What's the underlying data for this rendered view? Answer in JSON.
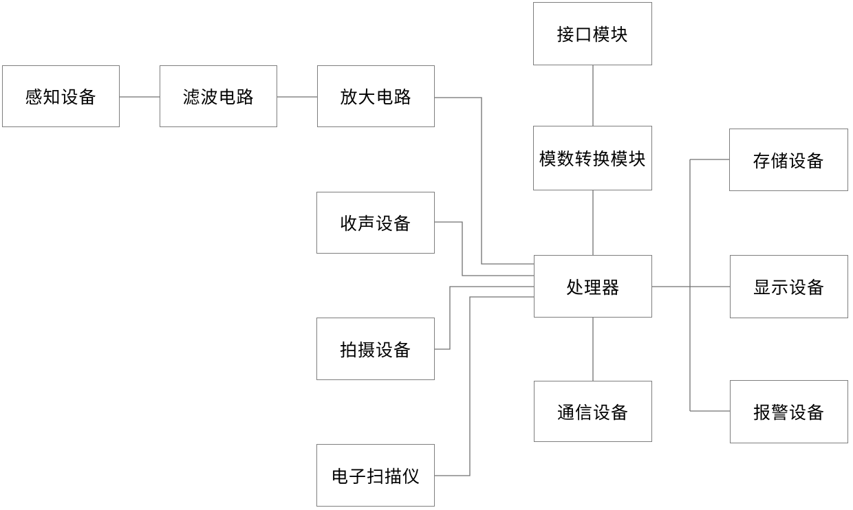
{
  "diagram": {
    "title": "signal acquisition and processing block diagram",
    "nodes": [
      {
        "id": "sensing",
        "label": "感知设备"
      },
      {
        "id": "filter",
        "label": "滤波电路"
      },
      {
        "id": "amplifier",
        "label": "放大电路"
      },
      {
        "id": "interface",
        "label": "接口模块"
      },
      {
        "id": "adc",
        "label": "模数转换模块"
      },
      {
        "id": "audio",
        "label": "收声设备"
      },
      {
        "id": "camera",
        "label": "拍摄设备"
      },
      {
        "id": "scanner",
        "label": "电子扫描仪"
      },
      {
        "id": "processor",
        "label": "处理器"
      },
      {
        "id": "comm",
        "label": "通信设备"
      },
      {
        "id": "storage",
        "label": "存储设备"
      },
      {
        "id": "display",
        "label": "显示设备"
      },
      {
        "id": "alarm",
        "label": "报警设备"
      }
    ],
    "edges": [
      {
        "from": "sensing",
        "to": "filter"
      },
      {
        "from": "filter",
        "to": "amplifier"
      },
      {
        "from": "amplifier",
        "to": "processor"
      },
      {
        "from": "interface",
        "to": "adc"
      },
      {
        "from": "adc",
        "to": "processor"
      },
      {
        "from": "audio",
        "to": "processor"
      },
      {
        "from": "camera",
        "to": "processor"
      },
      {
        "from": "scanner",
        "to": "processor"
      },
      {
        "from": "processor",
        "to": "comm"
      },
      {
        "from": "processor",
        "to": "storage"
      },
      {
        "from": "processor",
        "to": "display"
      },
      {
        "from": "processor",
        "to": "alarm"
      }
    ],
    "colors": {
      "background": "#ffffff",
      "box_border": "#7d7d7d",
      "wire": "#6f6f6f",
      "text": "#000000"
    }
  }
}
